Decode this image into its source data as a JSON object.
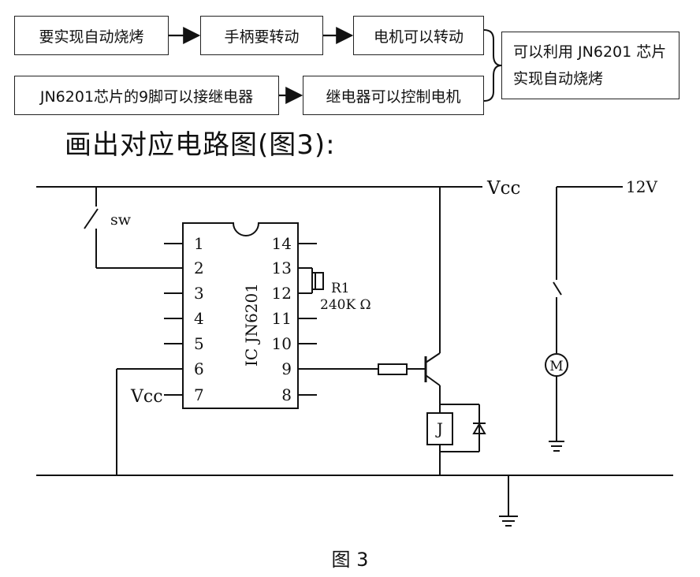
{
  "flow": {
    "box1": "要实现自动烧烤",
    "box2": "手柄要转动",
    "box3": "电机可以转动",
    "box4": "JN6201芯片的9脚可以接继电器",
    "box5": "继电器可以控制电机",
    "conclusion": "可以利用 JN6201 芯片实现自动烧烤"
  },
  "heading": "画出对应电路图(图3):",
  "circuit": {
    "vcc_top": "Vcc",
    "supply_12v": "12V",
    "switch_label": "sw",
    "ic_label": "IC JN6201",
    "left_pins": [
      "1",
      "2",
      "3",
      "4",
      "5",
      "6",
      "7"
    ],
    "right_pins": [
      "14",
      "13",
      "12",
      "11",
      "10",
      "9",
      "8"
    ],
    "resistor_name": "R1",
    "resistor_value": "240K Ω",
    "pin7_vcc": "Vcc",
    "relay_label": "J",
    "motor_label": "M"
  },
  "caption": "图 3"
}
